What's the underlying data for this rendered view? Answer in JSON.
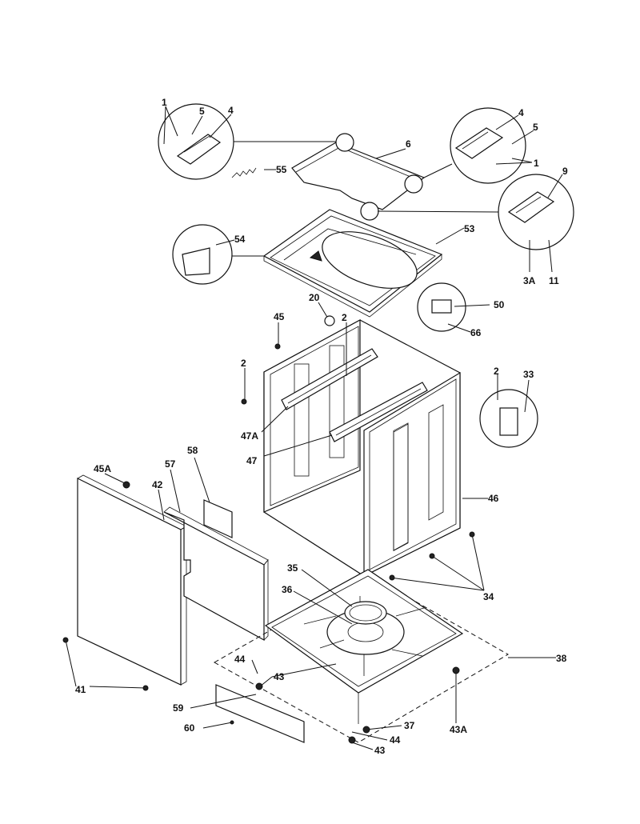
{
  "diagram": {
    "labels": [
      {
        "id": "l1a",
        "text": "1"
      },
      {
        "id": "l5a",
        "text": "5"
      },
      {
        "id": "l4a",
        "text": "4"
      },
      {
        "id": "l6",
        "text": "6"
      },
      {
        "id": "l4b",
        "text": "4"
      },
      {
        "id": "l5b",
        "text": "5"
      },
      {
        "id": "l1b",
        "text": "1"
      },
      {
        "id": "l55",
        "text": "55"
      },
      {
        "id": "l9",
        "text": "9"
      },
      {
        "id": "l53",
        "text": "53"
      },
      {
        "id": "l54",
        "text": "54"
      },
      {
        "id": "l3A",
        "text": "3A"
      },
      {
        "id": "l11",
        "text": "11"
      },
      {
        "id": "l20",
        "text": "20"
      },
      {
        "id": "l50",
        "text": "50"
      },
      {
        "id": "l45",
        "text": "45"
      },
      {
        "id": "l2a",
        "text": "2"
      },
      {
        "id": "l66",
        "text": "66"
      },
      {
        "id": "l2b",
        "text": "2"
      },
      {
        "id": "l2c",
        "text": "2"
      },
      {
        "id": "l33",
        "text": "33"
      },
      {
        "id": "l47A",
        "text": "47A"
      },
      {
        "id": "l47",
        "text": "47"
      },
      {
        "id": "l58",
        "text": "58"
      },
      {
        "id": "l45A",
        "text": "45A"
      },
      {
        "id": "l57",
        "text": "57"
      },
      {
        "id": "l42",
        "text": "42"
      },
      {
        "id": "l46",
        "text": "46"
      },
      {
        "id": "l35",
        "text": "35"
      },
      {
        "id": "l34",
        "text": "34"
      },
      {
        "id": "l36",
        "text": "36"
      },
      {
        "id": "l38",
        "text": "38"
      },
      {
        "id": "l44a",
        "text": "44"
      },
      {
        "id": "l43a",
        "text": "43"
      },
      {
        "id": "l41",
        "text": "41"
      },
      {
        "id": "l59",
        "text": "59"
      },
      {
        "id": "l37",
        "text": "37"
      },
      {
        "id": "l60",
        "text": "60"
      },
      {
        "id": "l44b",
        "text": "44"
      },
      {
        "id": "l43A",
        "text": "43A"
      },
      {
        "id": "l43b",
        "text": "43"
      }
    ]
  }
}
